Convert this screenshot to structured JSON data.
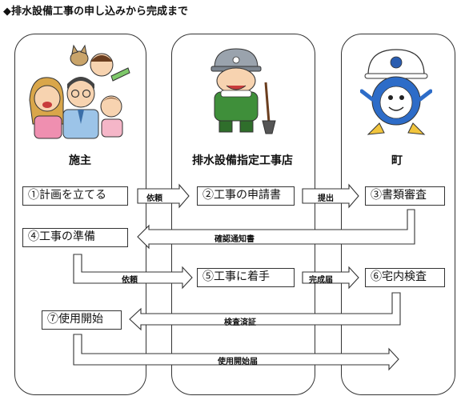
{
  "title": "◆排水設備工事の申し込みから完成まで",
  "lanes": {
    "owner": "施主",
    "contractor": "排水設備指定工事店",
    "town": "町"
  },
  "steps": {
    "s1": "①計画を立てる",
    "s2": "②工事の申請書",
    "s3": "③書類審査",
    "s4": "④工事の準備",
    "s5": "⑤工事に着手",
    "s6": "⑥宅内検査",
    "s7": "⑦使用開始"
  },
  "arrows": {
    "a1": "依頼",
    "a2": "提出",
    "a3": "確認通知書",
    "a4": "依頼",
    "a5": "完成届",
    "a6": "検査済証",
    "a7": "使用開始届"
  },
  "illustrations": {
    "owner": "family-illustration",
    "contractor": "construction-worker-illustration",
    "town": "town-mascot-illustration"
  }
}
